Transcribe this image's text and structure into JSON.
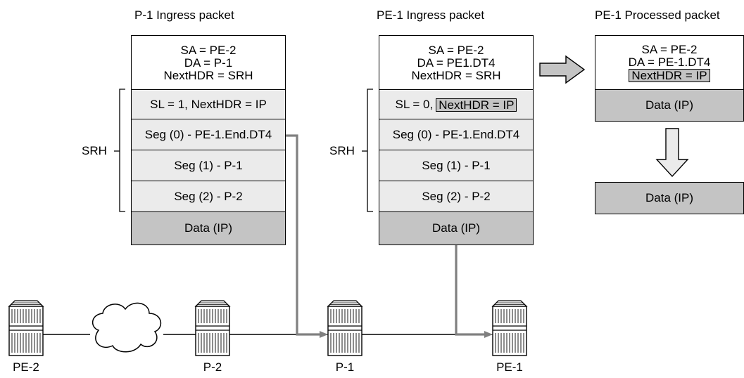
{
  "p1_packet": {
    "title": "P-1 Ingress packet",
    "header": [
      "SA = PE-2",
      "DA = P-1",
      "NextHDR = SRH"
    ],
    "sl_row": "SL = 1, NextHDR = IP",
    "segments": [
      "Seg (0) - PE-1.End.DT4",
      "Seg (1) - P-1",
      "Seg (2) - P-2"
    ],
    "data": "Data (IP)",
    "srh_label": "SRH"
  },
  "pe1_ingress_packet": {
    "title": "PE-1 Ingress packet",
    "header": [
      "SA = PE-2",
      "DA = PE1.DT4",
      "NextHDR = SRH"
    ],
    "sl_prefix": "SL = 0,",
    "sl_highlight": "NextHDR = IP",
    "segments": [
      "Seg (0) - PE-1.End.DT4",
      "Seg (1) - P-1",
      "Seg (2) - P-2"
    ],
    "data": "Data (IP)",
    "srh_label": "SRH"
  },
  "pe1_processed_packet": {
    "title": "PE-1 Processed packet",
    "header": [
      "SA = PE-2",
      "DA = PE-1.DT4"
    ],
    "header_highlight": "NextHDR = IP",
    "data": "Data (IP)",
    "result_data": "Data (IP)"
  },
  "nodes": [
    "PE-2",
    "P-2",
    "P-1",
    "PE-1"
  ],
  "colors": {
    "light_fill": "#ebebeb",
    "dark_fill": "#c4c4c4",
    "path_line": "#808080",
    "router_fill": "#ffffff"
  }
}
